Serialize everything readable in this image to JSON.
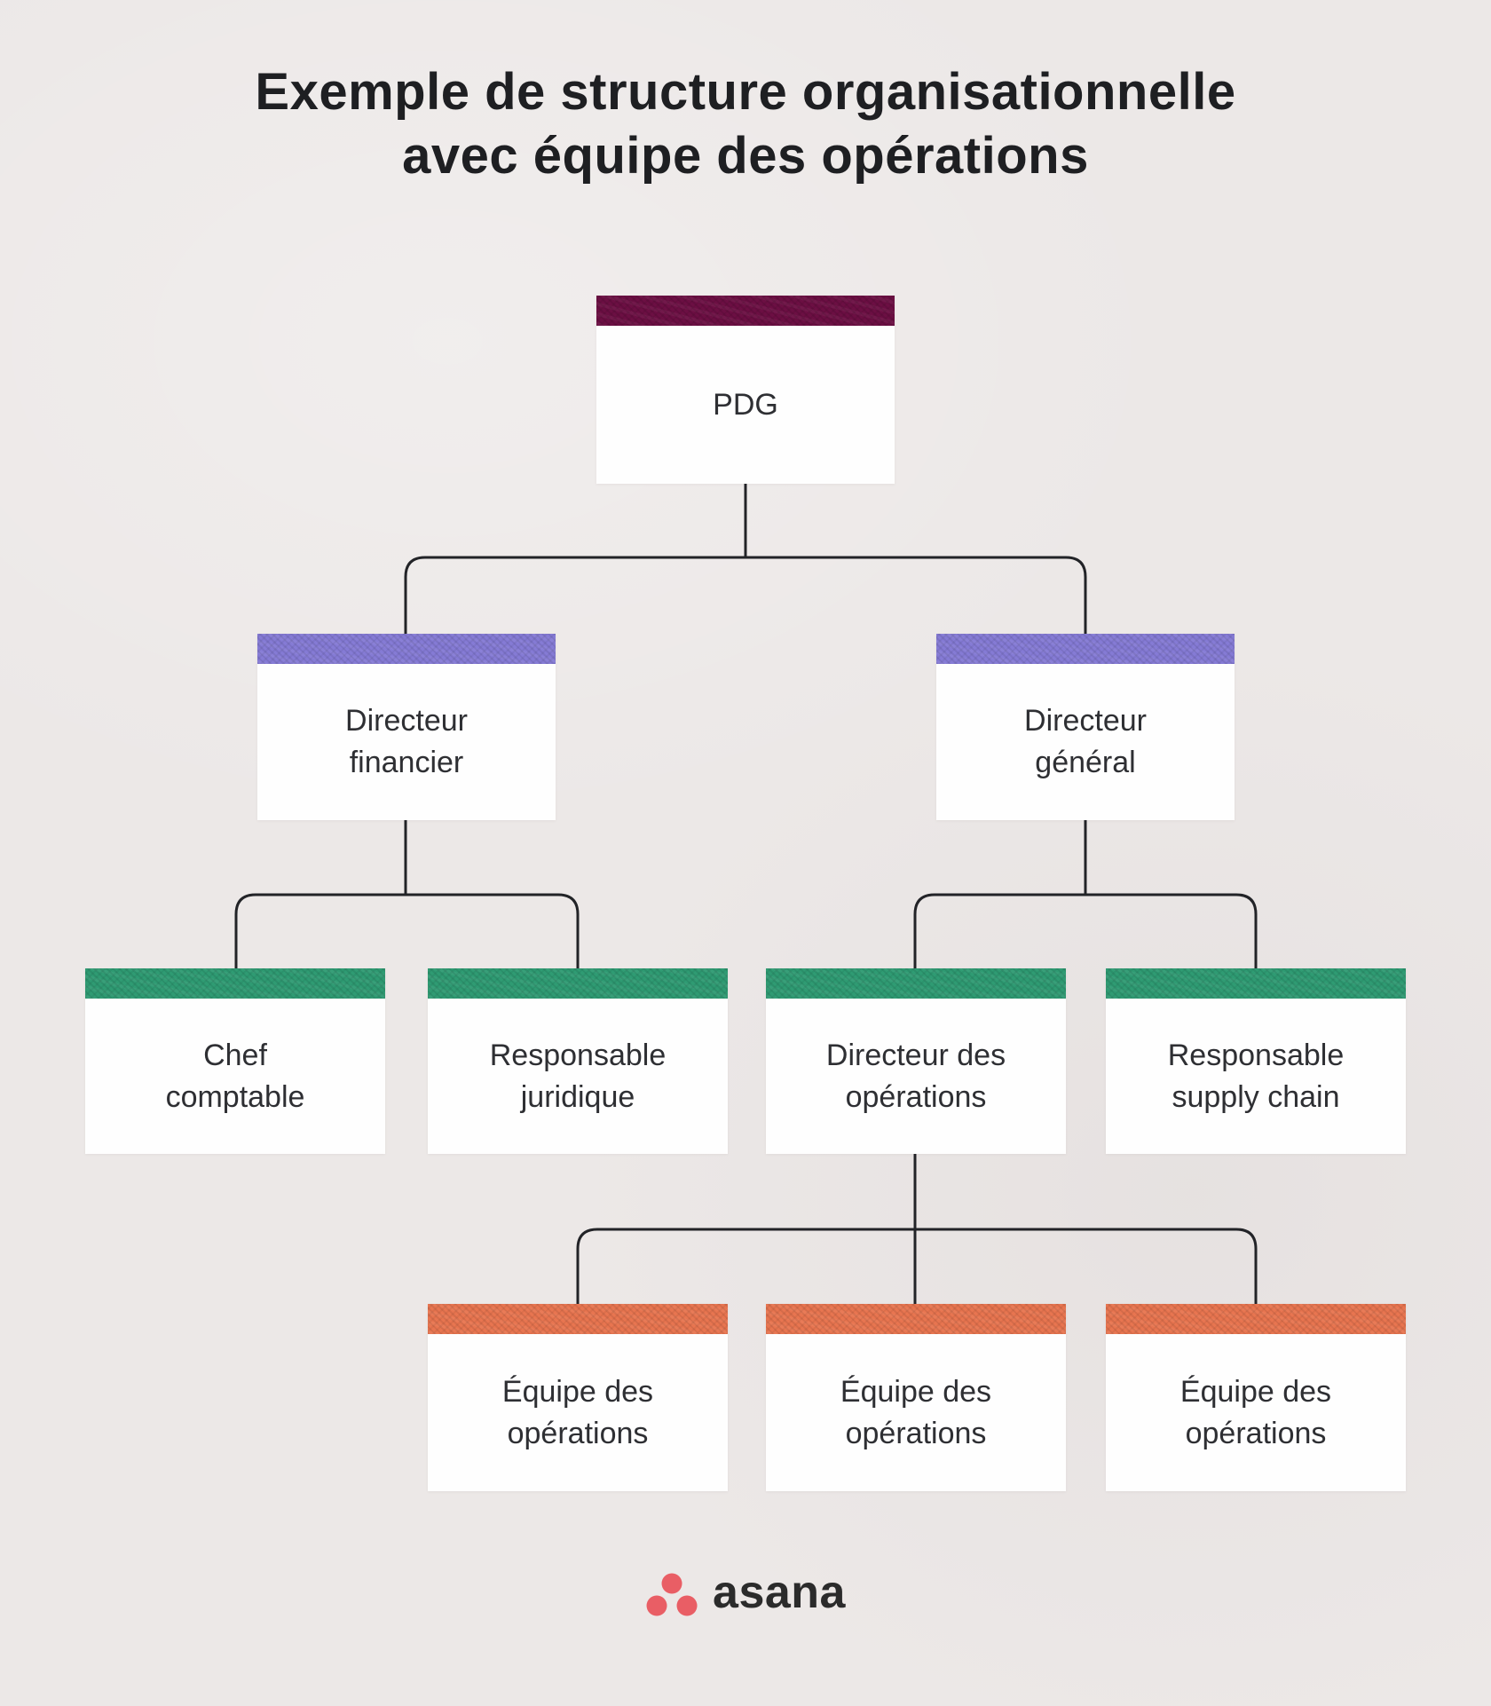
{
  "page": {
    "title_line1": "Exemple de structure organisationnelle",
    "title_line2": "avec équipe des opérations",
    "background_color": "#ece8e7",
    "title_color": "#1e1f22"
  },
  "org_chart": {
    "type": "org-tree",
    "line_color": "#222327",
    "level_colors": {
      "level1": "#6c0f43",
      "level2": "#857bd5",
      "level3": "#2f9b73",
      "level4": "#e87550"
    },
    "nodes": [
      {
        "id": "pdg",
        "label": "PDG",
        "color": "#6c0f43",
        "reports_to": null
      },
      {
        "id": "directeur-financier",
        "label": "Directeur financier",
        "color": "#857bd5",
        "reports_to": "pdg"
      },
      {
        "id": "directeur-general",
        "label": "Directeur général",
        "color": "#857bd5",
        "reports_to": "pdg"
      },
      {
        "id": "chef-comptable",
        "label": "Chef comptable",
        "color": "#2f9b73",
        "reports_to": "directeur-financier"
      },
      {
        "id": "responsable-juridique",
        "label": "Responsable juridique",
        "color": "#2f9b73",
        "reports_to": "directeur-financier"
      },
      {
        "id": "directeur-des-operations",
        "label": "Directeur des opérations",
        "color": "#2f9b73",
        "reports_to": "directeur-general"
      },
      {
        "id": "responsable-supply-chain",
        "label": "Responsable supply chain",
        "color": "#2f9b73",
        "reports_to": "directeur-general"
      },
      {
        "id": "equipe-des-operations-1",
        "label": "Équipe des opérations",
        "color": "#e87550",
        "reports_to": "directeur-des-operations"
      },
      {
        "id": "equipe-des-operations-2",
        "label": "Équipe des opérations",
        "color": "#e87550",
        "reports_to": "directeur-des-operations"
      },
      {
        "id": "equipe-des-operations-3",
        "label": "Équipe des opérations",
        "color": "#e87550",
        "reports_to": "directeur-des-operations"
      }
    ]
  },
  "footer": {
    "brand": "asana",
    "logo_dot_color": "#e95e65",
    "wordmark_color": "#2b2b2b"
  }
}
